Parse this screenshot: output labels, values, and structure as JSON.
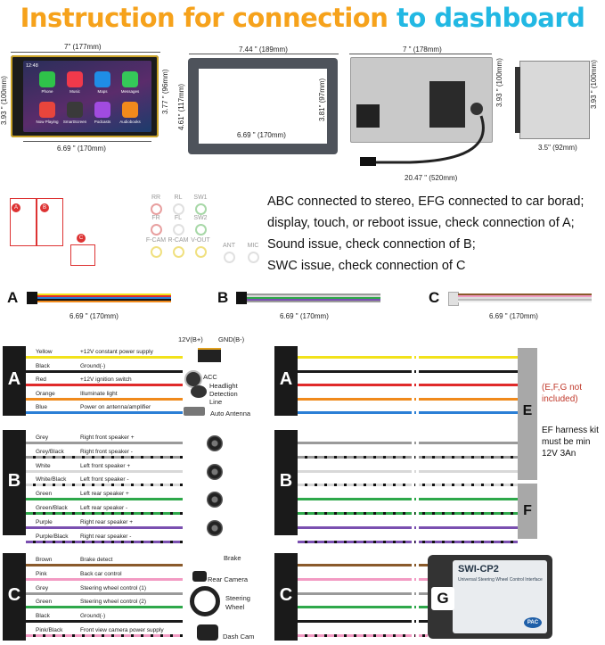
{
  "title": {
    "part1": "Instruction for connection",
    "part2": "to dashboard"
  },
  "dimensions": {
    "head_width": "7\" (177mm)",
    "head_height": "3.93 \" (100mm)",
    "screen_height": "3.77 \" (96mm)",
    "screen_width": "6.69 \" (170mm)",
    "frame_width": "7.44 \" (189mm)",
    "frame_height": "4.61\" (117mm)",
    "frame_inner_height": "3.81\" (97mm)",
    "frame_inner_width": "6.69 \" (170mm)",
    "back_width": "7 \" (178mm)",
    "back_height": "3.93 \" (100mm)",
    "cable_length": "20.47 \" (520mm)",
    "side_height": "3.93 \" (100mm)",
    "side_depth": "3.5\" (92mm)"
  },
  "screen_apps": [
    "Phone",
    "Music",
    "Maps",
    "Messages",
    "Now Playing",
    "SmartScreen",
    "Podcasts",
    "Audiobooks"
  ],
  "screen_time": "12:48",
  "port_labels": [
    "RR",
    "RL",
    "SW1",
    "FR",
    "FL",
    "SW2",
    "F-CAM",
    "R-CAM",
    "V-OUT",
    "ANT",
    "MIC"
  ],
  "connector_labels": {
    "a": "A",
    "b": "B",
    "c": "C"
  },
  "notes": [
    "ABC connected to stereo, EFG connected to car borad;",
    "display, touch, or reboot issue, check connection of A;",
    "Sound issue, check connection of B;",
    "SWC issue, check connection of C"
  ],
  "harness_lengths": [
    "6.69 \" (170mm)",
    "6.69 \" (170mm)",
    "6.69 \" (170mm)"
  ],
  "group_a": {
    "label": "A",
    "wires": [
      {
        "color": "Yellow",
        "desc": "+12V constant power supply",
        "hex": "#f2e21a"
      },
      {
        "color": "Black",
        "desc": "Ground(-)",
        "hex": "#1a1a1a"
      },
      {
        "color": "Red",
        "desc": "+12V ignition switch",
        "hex": "#e02a2a"
      },
      {
        "color": "Orange",
        "desc": "Illuminate light",
        "hex": "#f08a1c"
      },
      {
        "color": "Blue",
        "desc": "Power on antenna/amplifier",
        "hex": "#2b7fd6"
      }
    ],
    "battery_labels": [
      "12V(B+)",
      "GND(B-)"
    ],
    "callouts": [
      "ACC",
      "Headlight Detection Line",
      "Auto Antenna"
    ]
  },
  "group_b": {
    "label": "B",
    "wires": [
      {
        "color": "Grey",
        "desc": "Right front speaker +",
        "hex": "#9a9a9a"
      },
      {
        "color": "Grey/Black",
        "desc": "Right front speaker -",
        "hex": "#9a9a9a"
      },
      {
        "color": "White",
        "desc": "Left front speaker +",
        "hex": "#d8d8d8"
      },
      {
        "color": "White/Black",
        "desc": "Left front speaker -",
        "hex": "#d8d8d8"
      },
      {
        "color": "Green",
        "desc": "Left rear speaker +",
        "hex": "#2ea84a"
      },
      {
        "color": "Green/Black",
        "desc": "Left rear speaker -",
        "hex": "#2ea84a"
      },
      {
        "color": "Purple",
        "desc": "Right rear speaker +",
        "hex": "#7a4fb0"
      },
      {
        "color": "Purple/Black",
        "desc": "Right rear speaker -",
        "hex": "#7a4fb0"
      }
    ]
  },
  "group_c": {
    "label": "C",
    "wires": [
      {
        "color": "Brown",
        "desc": "Brake detect",
        "hex": "#8a5a2b"
      },
      {
        "color": "Pink",
        "desc": "Back car control",
        "hex": "#f29bc3"
      },
      {
        "color": "Grey",
        "desc": "Steering wheel control (1)",
        "hex": "#9a9a9a"
      },
      {
        "color": "Green",
        "desc": "Steering wheel control (2)",
        "hex": "#2ea84a"
      },
      {
        "color": "Black",
        "desc": "Ground(-)",
        "hex": "#1a1a1a"
      },
      {
        "color": "Pink/Black",
        "desc": "Front view camera power supply",
        "hex": "#f29bc3"
      }
    ],
    "callouts": [
      "Brake",
      "Rear Camera",
      "Steering Wheel",
      "Dash Cam"
    ]
  },
  "right_side": {
    "labels": [
      "A",
      "B",
      "C"
    ],
    "e_label": "E",
    "f_label": "F",
    "g_label": "G",
    "efg_note": "(E,F,G not included)",
    "harness_note": "EF harness kit must be min 12V 3An",
    "swc_module": {
      "name": "SWI-CP2",
      "brand": "PAC",
      "subtitle": "Universal Steering Wheel Control Interface"
    }
  },
  "colors": {
    "title_orange": "#f6a21b",
    "title_blue": "#22b8e3",
    "red_note": "#c0392b"
  }
}
